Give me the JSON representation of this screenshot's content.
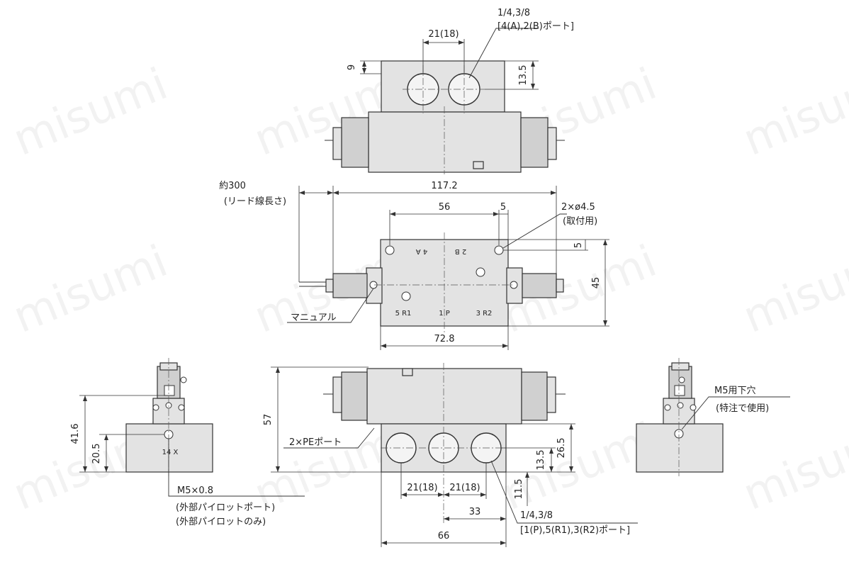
{
  "watermark": {
    "text": "misumi"
  },
  "top_view": {
    "dim_port_pitch": "21(18)",
    "dim_depth_9": "9",
    "dim_depth_13_5": "13.5",
    "port_size": "1/4,3/8",
    "port_names": "[4(A),2(B)ポート]"
  },
  "plan_view": {
    "lead_length": "約300",
    "lead_note": "(リード線長さ)",
    "overall_length": "117.2",
    "mount_pitch": "56",
    "mount_offset": "5",
    "mount_holes": "2×ø4.5",
    "mount_note": "(取付用)",
    "edge_offset": "5",
    "width": "45",
    "port_4a": "4 A",
    "port_2b": "2 B",
    "port_5r1": "5 R1",
    "port_1p": "1 P",
    "port_3r2": "3 R2",
    "manual_label": "マニュアル",
    "body_length": "72.8"
  },
  "front_view": {
    "height": "57",
    "pe_port": "2×PEポート",
    "dim_26_5": "26.5",
    "dim_13_5": "13.5",
    "dim_11_5": "11.5",
    "pitch_left": "21(18)",
    "pitch_right": "21(18)",
    "dim_33": "33",
    "base_length": "66",
    "port_size": "1/4,3/8",
    "port_names": "[1(P),5(R1),3(R2)ポート]"
  },
  "left_view": {
    "height_41_6": "41.6",
    "height_20_5": "20.5",
    "pilot_mark": "14 X",
    "thread": "M5×0.8",
    "note_1": "(外部パイロットポート)",
    "note_2": "(外部パイロットのみ)"
  },
  "right_view": {
    "thread": "M5用下穴",
    "note": "(特注で使用)"
  }
}
